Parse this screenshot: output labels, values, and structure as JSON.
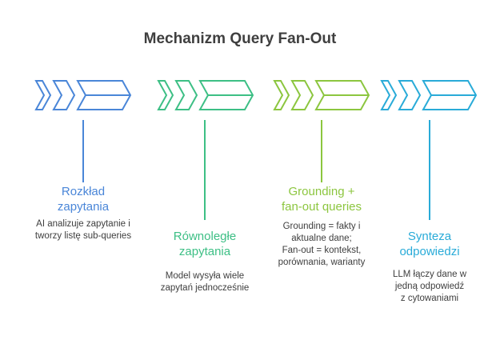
{
  "title": "Mechanizm Query Fan-Out",
  "steps": [
    {
      "icon": "chevrons-icon",
      "color": "#4a86d8",
      "title": [
        "Rozkład",
        "zapytania"
      ],
      "description": [
        "AI analizuje zapytanie i",
        "tworzy listę sub-queries"
      ]
    },
    {
      "icon": "chevrons-icon",
      "color": "#3dbf85",
      "title": [
        "Równoległe",
        "zapytania"
      ],
      "description": [
        "Model wysyła wiele",
        "zapytań jednocześnie"
      ]
    },
    {
      "icon": "chevrons-icon",
      "color": "#8cc63f",
      "title": [
        "Grounding +",
        "fan-out queries"
      ],
      "description": [
        "Grounding = fakty i",
        "aktualne dane;",
        "Fan-out = kontekst,",
        "porównania, warianty"
      ]
    },
    {
      "icon": "chevrons-icon",
      "color": "#29abd8",
      "title": [
        "Synteza",
        "odpowiedzi"
      ],
      "description": [
        "LLM łączy dane w",
        "jedną odpowiedź",
        "z cytowaniami"
      ]
    }
  ]
}
